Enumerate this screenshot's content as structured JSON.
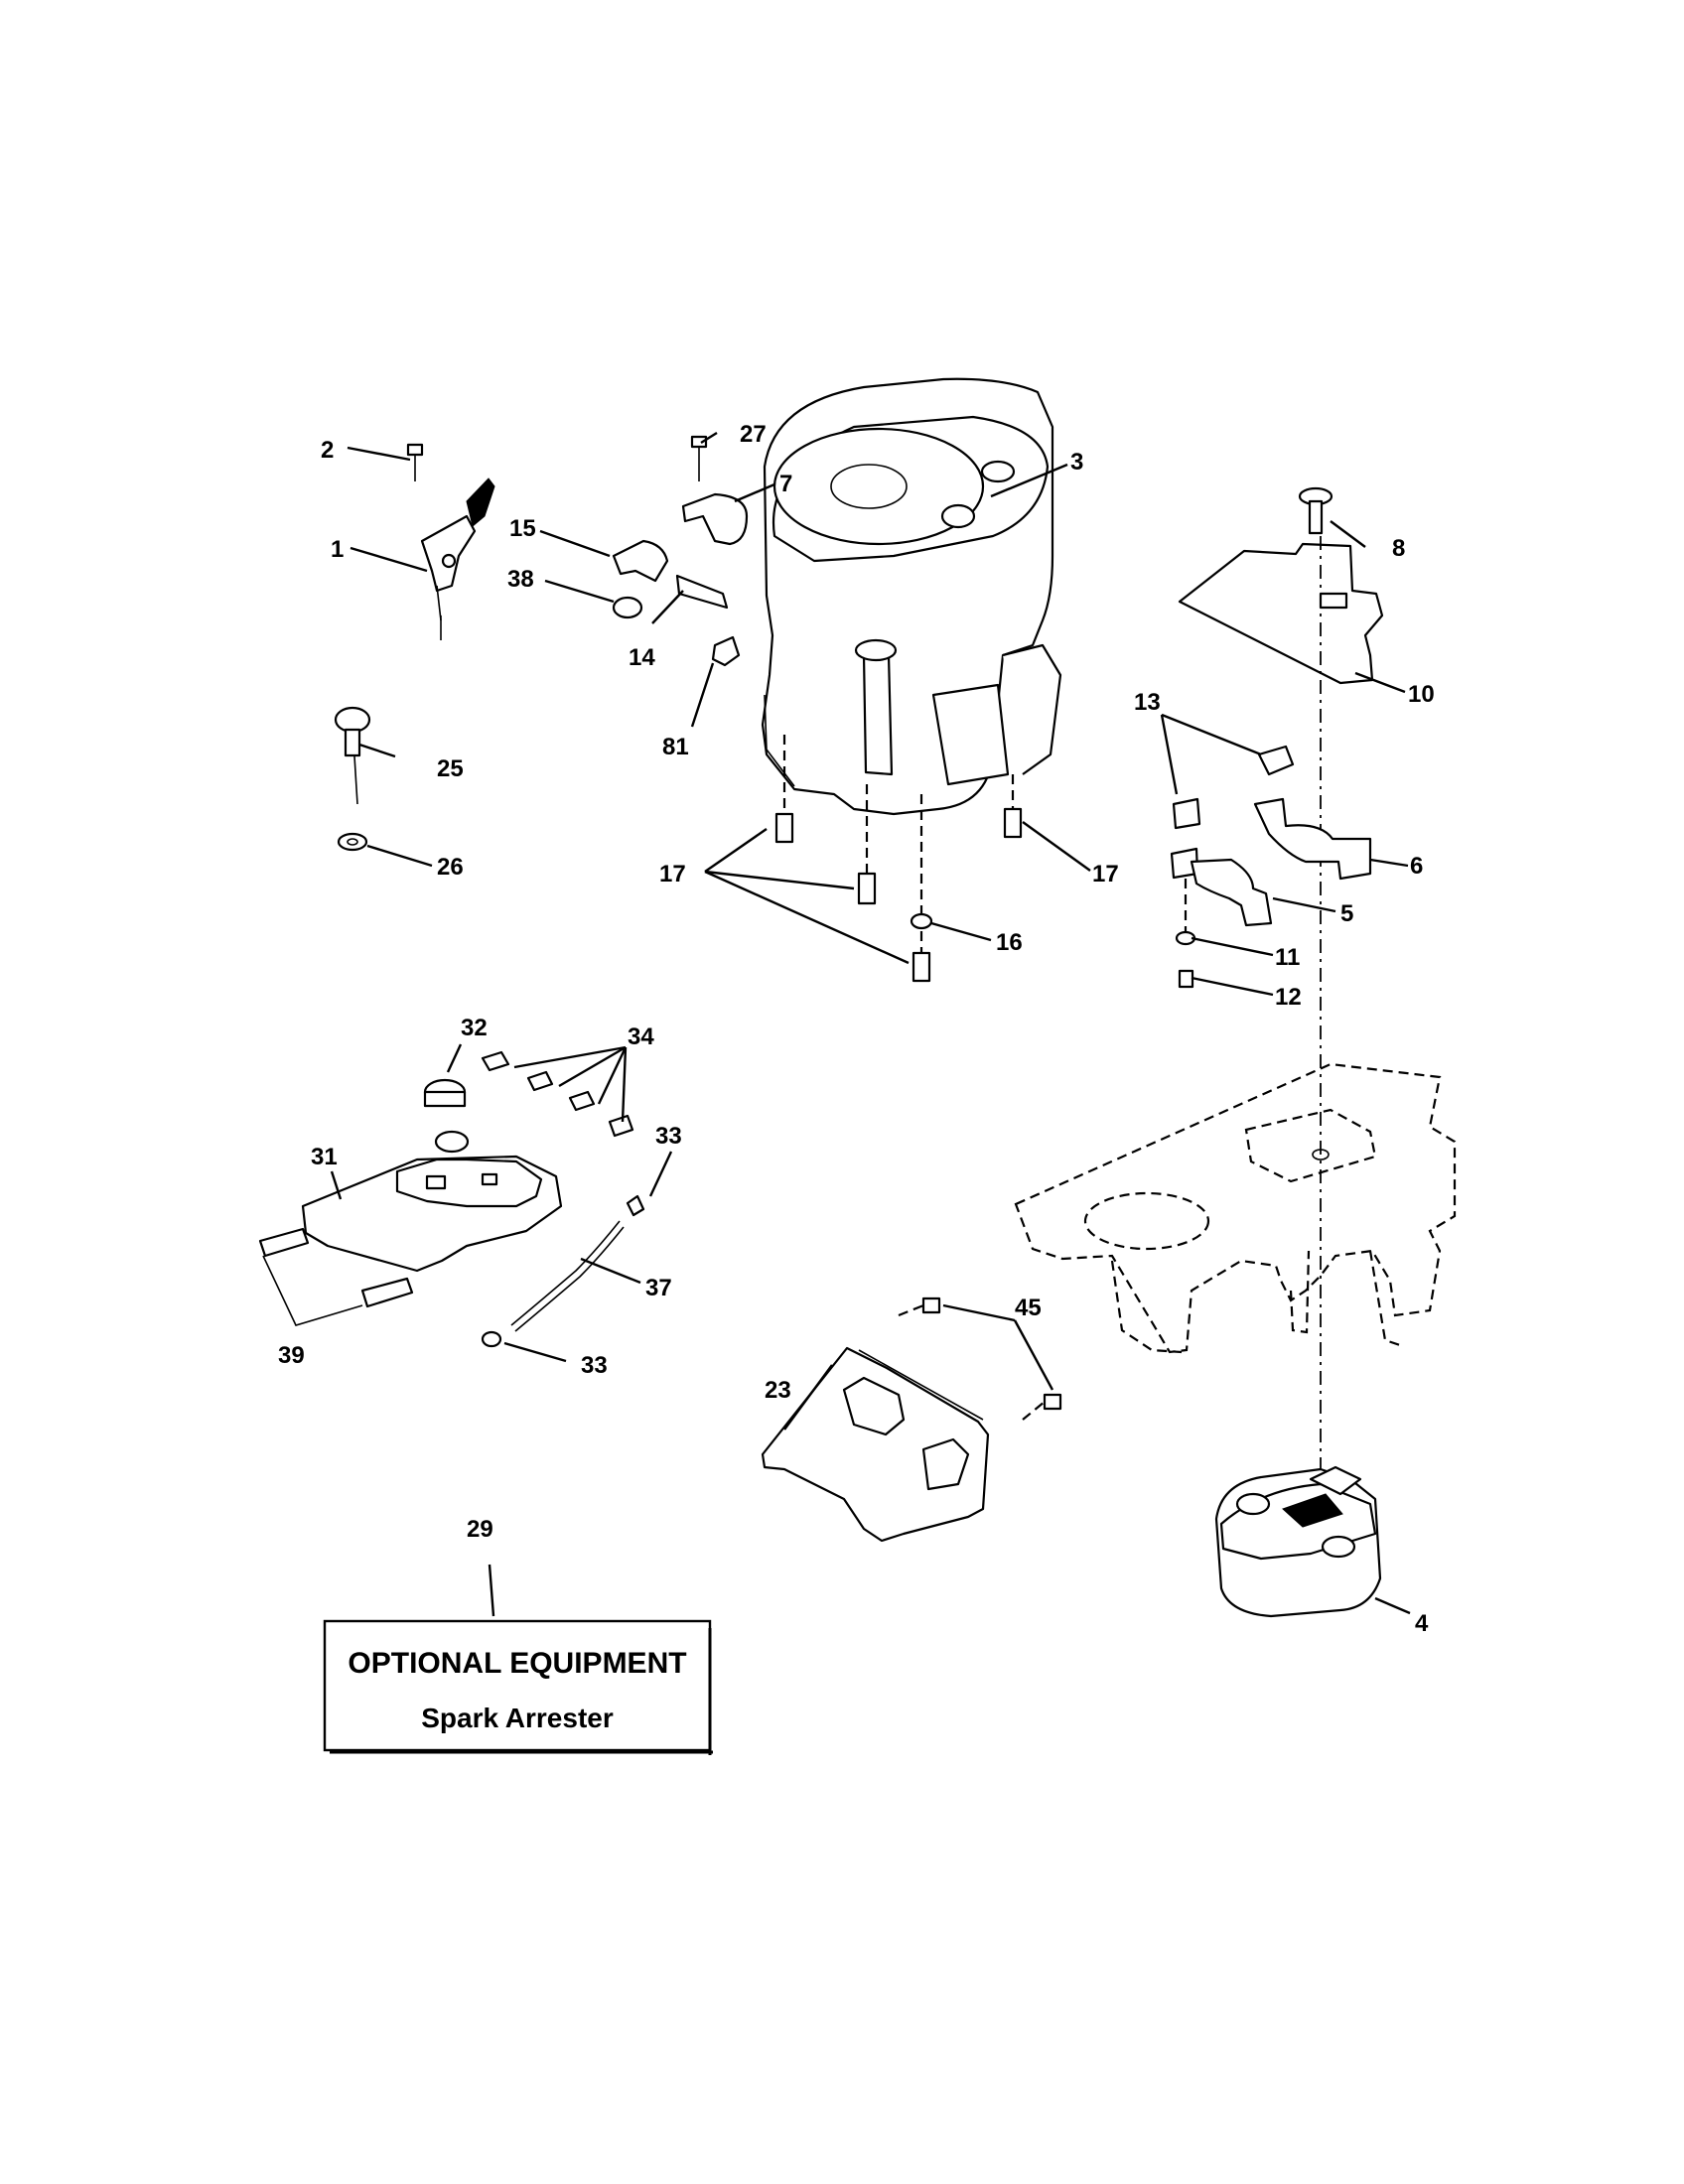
{
  "callouts": {
    "c1": "1",
    "c2": "2",
    "c3": "3",
    "c4": "4",
    "c5": "5",
    "c6": "6",
    "c7": "7",
    "c8": "8",
    "c10": "10",
    "c11": "11",
    "c12": "12",
    "c13": "13",
    "c14": "14",
    "c15": "15",
    "c16": "16",
    "c17a": "17",
    "c17b": "17",
    "c23": "23",
    "c25": "25",
    "c26": "26",
    "c27": "27",
    "c29": "29",
    "c31": "31",
    "c32": "32",
    "c33a": "33",
    "c33b": "33",
    "c34": "34",
    "c37": "37",
    "c38": "38",
    "c39": "39",
    "c45": "45",
    "c81": "81"
  },
  "optional_box": {
    "title": "OPTIONAL EQUIPMENT",
    "subtitle": "Spark Arrester"
  }
}
